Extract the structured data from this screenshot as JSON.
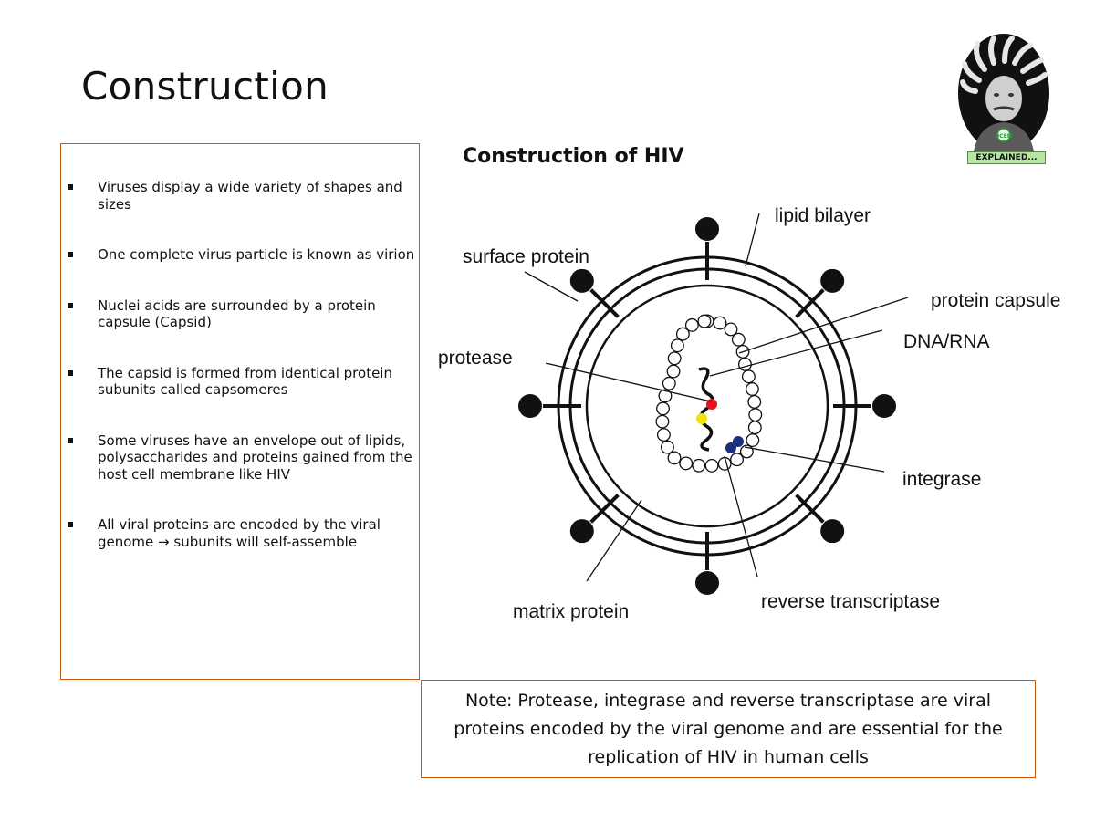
{
  "slide": {
    "title": "Construction"
  },
  "bullets": [
    "Viruses display a wide variety of shapes and sizes",
    "One complete virus particle is known as virion",
    "Nuclei acids are surrounded by a protein capsule (Capsid)",
    "The capsid is formed from identical protein subunits called capsomeres",
    "Some viruses have an envelope out of lipids, polysaccharides and proteins gained from the host cell membrane like HIV",
    "All viral proteins are encoded by the viral genome → subunits will self-assemble"
  ],
  "diagram": {
    "title": "Construction of HIV",
    "labels": {
      "lipid_bilayer": "lipid bilayer",
      "surface_protein": "surface protein",
      "protein_capsule": "protein capsule",
      "dna_rna": "DNA/RNA",
      "protease": "protease",
      "integrase": "integrase",
      "matrix_protein": "matrix protein",
      "reverse_transcriptase": "reverse transcriptase"
    },
    "colors": {
      "protease_dot": "#e8121b",
      "yellow_dot": "#f5e400",
      "integrase_dot": "#1c2f7a"
    }
  },
  "note": {
    "text": "Note: Protease, integrase and reverse transcriptase are viral proteins encoded by the viral genome and are essential for the replication of HIV in human cells"
  },
  "logo": {
    "tag": "EXPLAINED...",
    "badge": "OCEM",
    "badge_color": "#2e9a3a",
    "tag_color": "#b7e5a3"
  }
}
